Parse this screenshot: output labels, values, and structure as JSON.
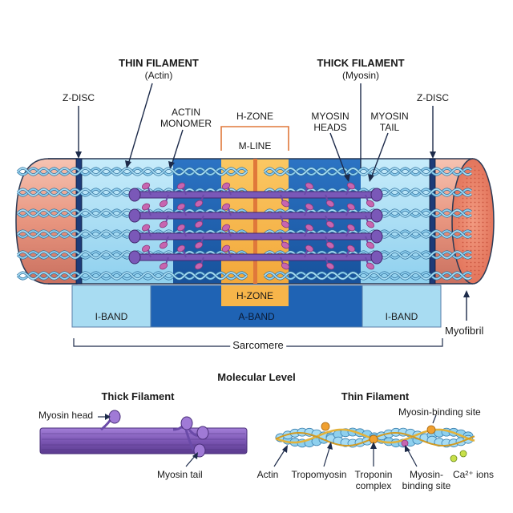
{
  "labels": {
    "thin_filament": "THIN FILAMENT",
    "thin_sub": "(Actin)",
    "thick_filament": "THICK FILAMENT",
    "thick_sub": "(Myosin)",
    "z_disc_left": "Z-DISC",
    "z_disc_right": "Z-DISC",
    "actin_monomer_1": "ACTIN",
    "actin_monomer_2": "MONOMER",
    "h_zone_top": "H-ZONE",
    "m_line": "M-LINE",
    "myosin_heads_1": "MYOSIN",
    "myosin_heads_2": "HEADS",
    "myosin_tail_1": "MYOSIN",
    "myosin_tail_2": "TAIL",
    "h_zone_bottom": "H-ZONE",
    "i_band_left": "I-BAND",
    "a_band": "A-BAND",
    "i_band_right": "I-BAND",
    "myofibril": "Myofibril",
    "sarcomere": "Sarcomere"
  },
  "molecular": {
    "title": "Molecular Level",
    "thick_title": "Thick Filament",
    "thin_title": "Thin Filament",
    "myosin_head": "Myosin head",
    "myosin_tail": "Myosin tail",
    "binding_site_top": "Myosin-binding site",
    "actin": "Actin",
    "tropomyosin": "Tropomyosin",
    "troponin_1": "Troponin",
    "troponin_2": "complex",
    "binding_site_1": "Myosin-",
    "binding_site_2": "binding site",
    "ca_ions": "Ca²⁺ ions"
  },
  "colors": {
    "outline": "#2b3a55",
    "cylinder_pink": "#e89a86",
    "i_band_blue": "#a8dcf2",
    "a_band_blue": "#1f63b4",
    "h_zone_orange": "#f7b54a",
    "myosin_purple": "#7f5bb5",
    "myosin_head_pink": "#d06db7",
    "actin_blue": "#6fb8e0",
    "troponin_orange": "#f0a030"
  }
}
